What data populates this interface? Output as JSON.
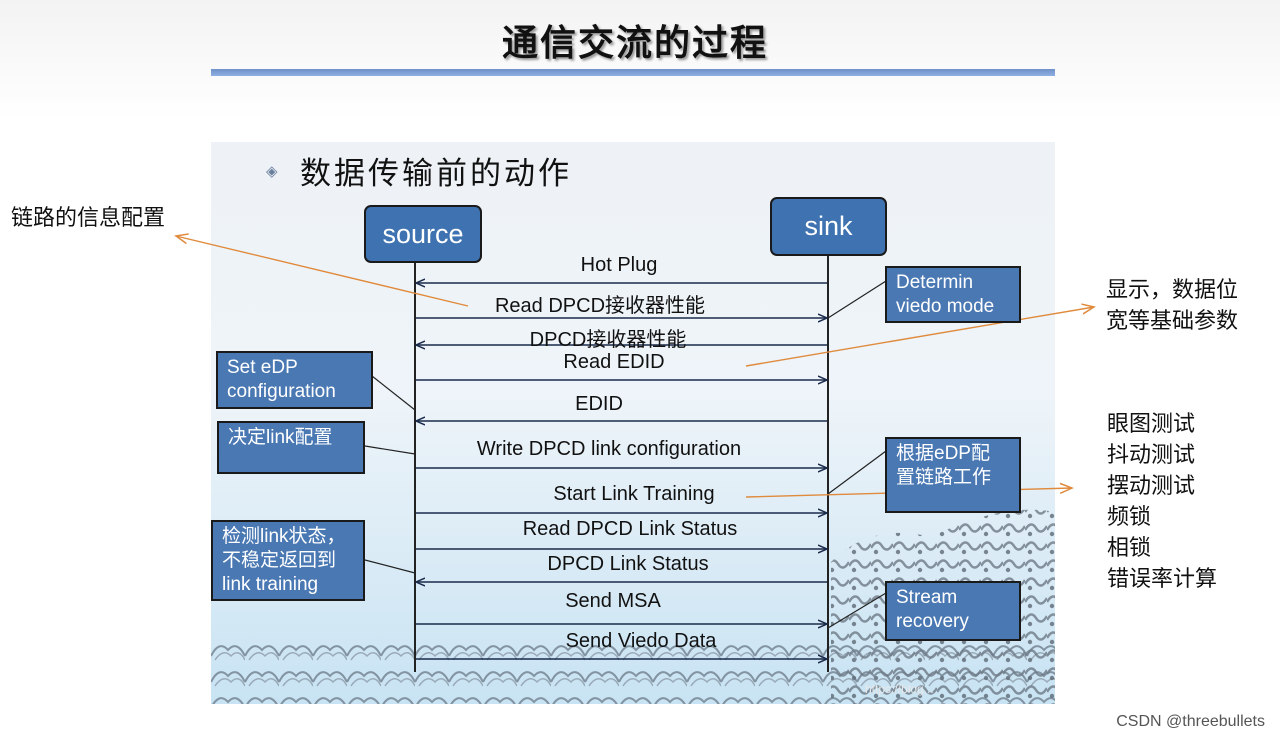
{
  "slide": {
    "title": "通信交流的过程",
    "heading": "数据传输前的动作",
    "bullet_icon": "diamond-bullet-icon",
    "watermark_url": "https://blog...",
    "page_watermark": "CSDN @threebullets"
  },
  "participants": [
    {
      "id": "source",
      "label": "source"
    },
    {
      "id": "sink",
      "label": "sink"
    }
  ],
  "messages": [
    {
      "label": "Hot Plug",
      "direction": "sink-to-source"
    },
    {
      "label": "Read DPCD接收器性能",
      "direction": "source-to-sink"
    },
    {
      "label": "DPCD接收器性能",
      "direction": "sink-to-source"
    },
    {
      "label": "Read EDID",
      "direction": "source-to-sink"
    },
    {
      "label": "EDID",
      "direction": "sink-to-source"
    },
    {
      "label": "Write DPCD link configuration",
      "direction": "source-to-sink"
    },
    {
      "label": "Start Link Training",
      "direction": "source-to-sink"
    },
    {
      "label": "Read DPCD Link Status",
      "direction": "source-to-sink"
    },
    {
      "label": "DPCD Link Status",
      "direction": "sink-to-source"
    },
    {
      "label": "Send MSA",
      "direction": "source-to-sink"
    },
    {
      "label": "Send Viedo Data",
      "direction": "source-to-sink"
    }
  ],
  "notes": [
    {
      "side": "sink",
      "lines": [
        "Determin",
        "viedo mode"
      ]
    },
    {
      "side": "source",
      "lines": [
        "Set eDP",
        "configuration"
      ]
    },
    {
      "side": "source",
      "lines": [
        "决定link配置"
      ]
    },
    {
      "side": "sink",
      "lines": [
        "根据eDP配",
        "置链路工作"
      ]
    },
    {
      "side": "source",
      "lines": [
        "检测link状态，",
        "不稳定返回到",
        "link training"
      ]
    },
    {
      "side": "sink",
      "lines": [
        "Stream",
        "recovery"
      ]
    }
  ],
  "callouts": [
    {
      "lines": [
        "链路的信息配置"
      ]
    },
    {
      "lines": [
        "显示，数据位",
        "宽等基础参数"
      ]
    },
    {
      "lines": [
        "眼图测试",
        "抖动测试",
        "摆动测试",
        "频锁",
        "相锁",
        "错误率计算"
      ]
    }
  ],
  "colors": {
    "box_fill": "#3f72b0",
    "note_fill": "#4a78b3",
    "arrow": "#1a2a4a",
    "callout_arrow": "#e08a3c",
    "title_rule": "#7f9fd4"
  }
}
